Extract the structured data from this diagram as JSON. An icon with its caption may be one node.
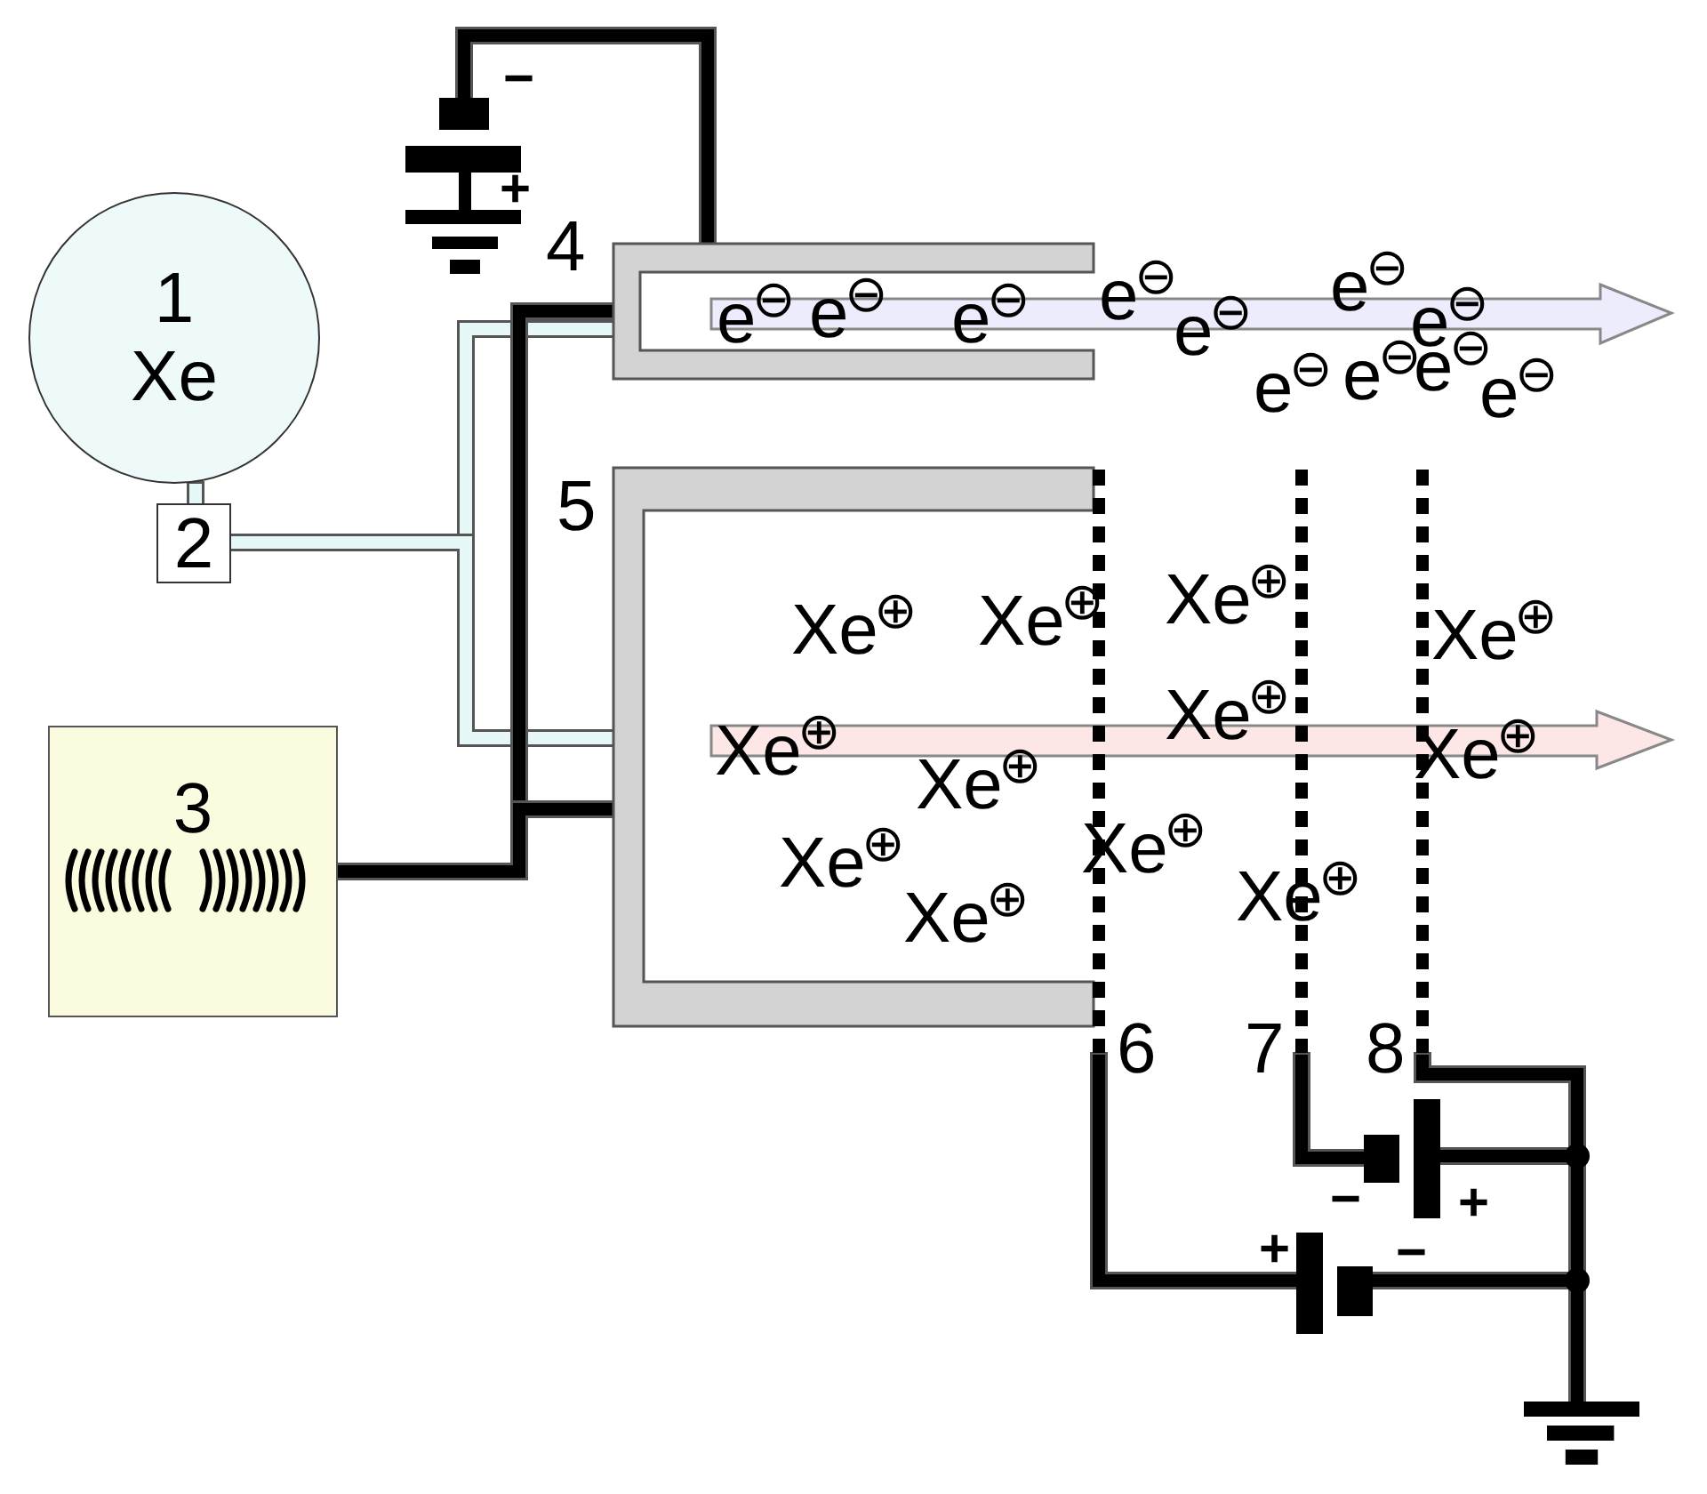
{
  "diagram": {
    "nodes": [
      {
        "text": [
          "1",
          "Xe"
        ]
      },
      {
        "text": [
          "2"
        ]
      },
      {
        "text": [
          "3"
        ]
      },
      {
        "text": [
          "4"
        ]
      },
      {
        "text": [
          "5"
        ]
      },
      {
        "text": [
          "6"
        ]
      },
      {
        "text": [
          "7"
        ]
      },
      {
        "text": [
          "8"
        ]
      },
      {
        "text": [],
        "shape": "battery"
      },
      {
        "text": [],
        "shape": "battery"
      },
      {
        "text": [],
        "shape": "battery"
      },
      {
        "text": [],
        "shape": "ground"
      }
    ],
    "edges": [
      {
        "from": 0,
        "to": 1,
        "arrow": "none",
        "color": "#e6f7f7"
      },
      {
        "from": 1,
        "to": 3,
        "arrow": "none",
        "color": "#e6f7f7"
      },
      {
        "from": 1,
        "to": 4,
        "arrow": "none",
        "color": "#e6f7f7"
      },
      {
        "from": 8,
        "to": 3,
        "arrow": "none"
      },
      {
        "from": 2,
        "to": 3,
        "arrow": "none"
      },
      {
        "from": 2,
        "to": 4,
        "arrow": "none"
      },
      {
        "from": 5,
        "to": 10,
        "arrow": "none"
      },
      {
        "from": 10,
        "to": 11,
        "arrow": "none"
      },
      {
        "from": 6,
        "to": 9,
        "arrow": "none"
      },
      {
        "from": 9,
        "to": 11,
        "arrow": "none"
      },
      {
        "from": 7,
        "to": 11,
        "arrow": "none"
      }
    ],
    "labels": [
      "−",
      "+",
      "e$^{⊖}$",
      "e$^{⊖}$",
      "e$^{⊖}$",
      "e$^{⊖}$",
      "e$^{⊖}$",
      "e$^{⊖}$",
      "e$^{⊖}$",
      "e$^{⊖}$",
      "e$^{⊖}$",
      "e$^{⊖}$",
      "e$^{⊖}$",
      "Xe$^{⊕}$",
      "Xe$^{⊕}$",
      "Xe$^{⊕}$",
      "Xe$^{⊕}$",
      "Xe$^{⊕}$",
      "Xe$^{⊕}$",
      "Xe$^{⊕}$",
      "Xe$^{⊕}$",
      "Xe$^{⊕}$",
      "Xe$^{⊕}$",
      "Xe$^{⊕}$",
      "Xe$^{⊕}$",
      "−",
      "+",
      "+",
      "−"
    ]
  }
}
